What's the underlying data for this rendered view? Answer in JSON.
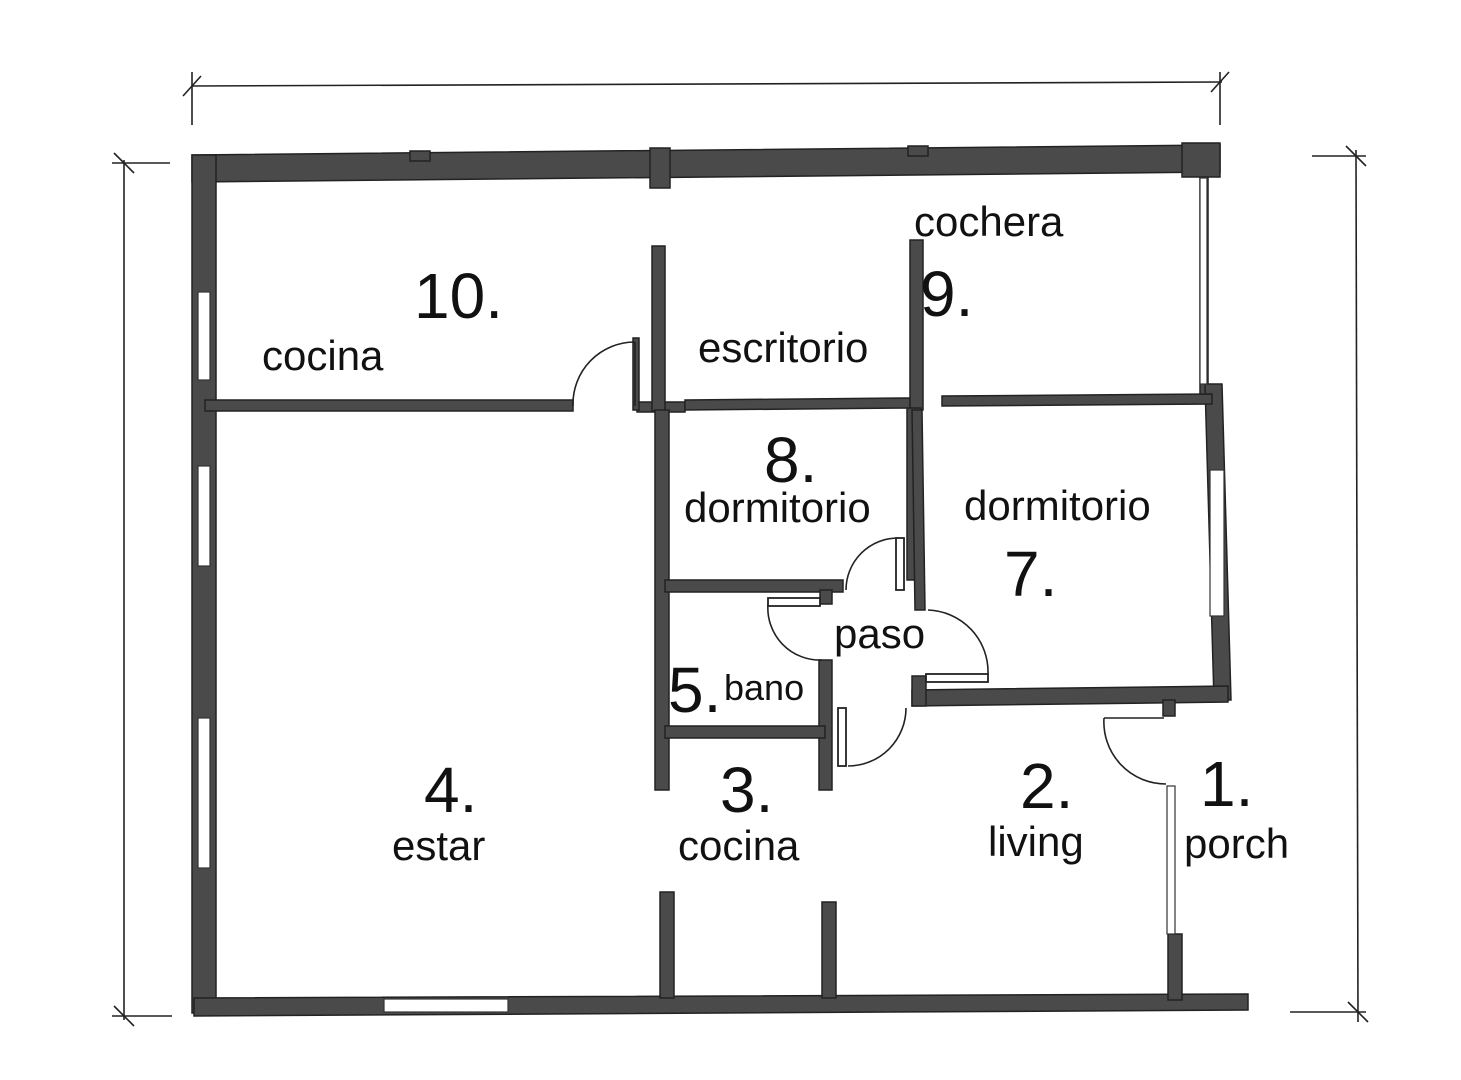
{
  "rooms": {
    "porch": {
      "number": "1.",
      "name": "porch"
    },
    "living": {
      "number": "2.",
      "name": "living"
    },
    "cocina_3": {
      "number": "3.",
      "name": "cocina"
    },
    "estar": {
      "number": "4.",
      "name": "estar"
    },
    "bano": {
      "number": "5.",
      "name": "bano"
    },
    "paso": {
      "name": "paso"
    },
    "dorm_7": {
      "number": "7.",
      "name": "dormitorio"
    },
    "dorm_8": {
      "number": "8.",
      "name": "dormitorio"
    },
    "cochera": {
      "number": "9.",
      "name": "cochera"
    },
    "escritorio": {
      "name": "escritorio"
    },
    "cocina_10": {
      "number": "10.",
      "name": "cocina"
    }
  },
  "colors": {
    "wall": "#4a4a4a",
    "line": "#222222",
    "background": "#ffffff"
  }
}
